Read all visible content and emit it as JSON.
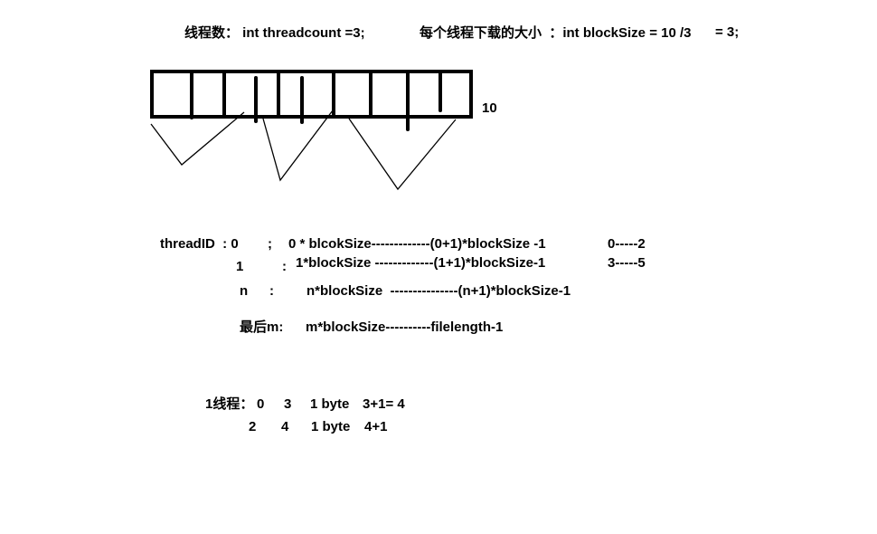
{
  "header": {
    "thread_count": "线程数： int threadcount =3;",
    "block_size": "每个线程下载的大小  ：int blockSize = 10 /3",
    "block_size_result": "= 3;"
  },
  "diagram": {
    "file_length_label": "10"
  },
  "formulas": {
    "row0_label": "threadID  : 0",
    "row0_sep": ";",
    "row0_formula": "0 * blcokSize-------------(0+1)*blockSize -1",
    "row0_range": "0-----2",
    "row1_label": "1",
    "row1_sep": ":",
    "row1_formula": "1*blockSize -------------(1+1)*blockSize-1",
    "row1_range": "3-----5",
    "rown_label": "n",
    "rown_sep": ":",
    "rown_formula": "n*blockSize  ---------------(n+1)*blockSize-1",
    "last_label": "最后m:",
    "last_formula": "m*blockSize----------filelength-1"
  },
  "example": {
    "row1_label": "1线程：",
    "row1_a": "0",
    "row1_b": "3",
    "row1_c": "1 byte",
    "row1_d": "3+1= 4",
    "row2_a": "2",
    "row2_b": "4",
    "row2_c": "1 byte",
    "row2_d": "4+1"
  }
}
